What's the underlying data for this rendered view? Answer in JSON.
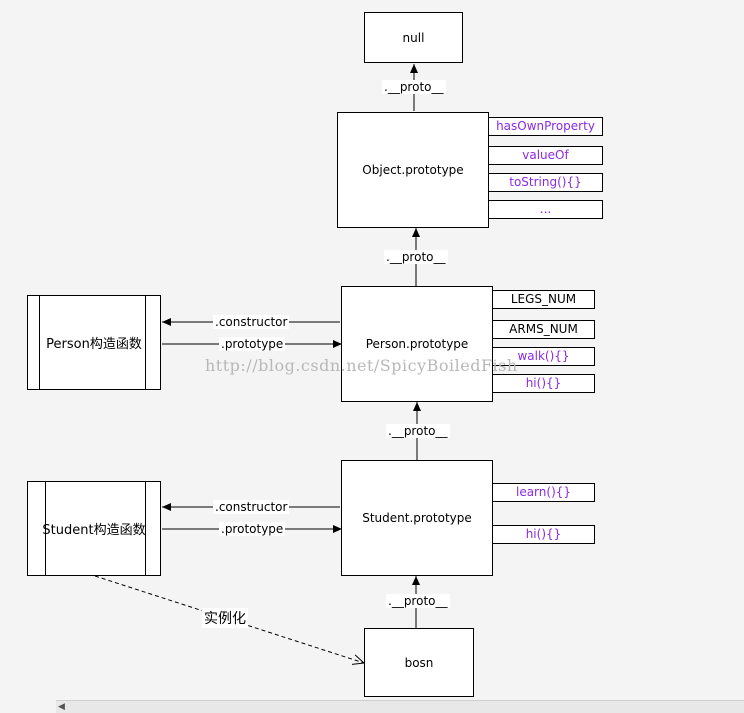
{
  "nodes": {
    "null": "null",
    "object_prototype": "Object.prototype",
    "person_prototype": "Person.prototype",
    "student_prototype": "Student.prototype",
    "bosn": "bosn",
    "person_ctor": "Person构造函数",
    "student_ctor": "Student构造函数"
  },
  "object_props": [
    "hasOwnProperty",
    "valueOf",
    "toString(){}",
    "..."
  ],
  "person_props": [
    "LEGS_NUM",
    "ARMS_NUM",
    "walk(){}",
    "hi(){}"
  ],
  "student_props": [
    "learn(){}",
    "hi(){}"
  ],
  "edge_labels": {
    "proto": ".__proto__",
    "constructor": ".constructor",
    "prototype": ".prototype",
    "instantiate": "实例化"
  },
  "watermark": "http://blog.csdn.net/SpicyBoiledFish",
  "colors": {
    "method_text": "#8a2be2",
    "line": "#000000",
    "background": "#f4f4f4"
  }
}
